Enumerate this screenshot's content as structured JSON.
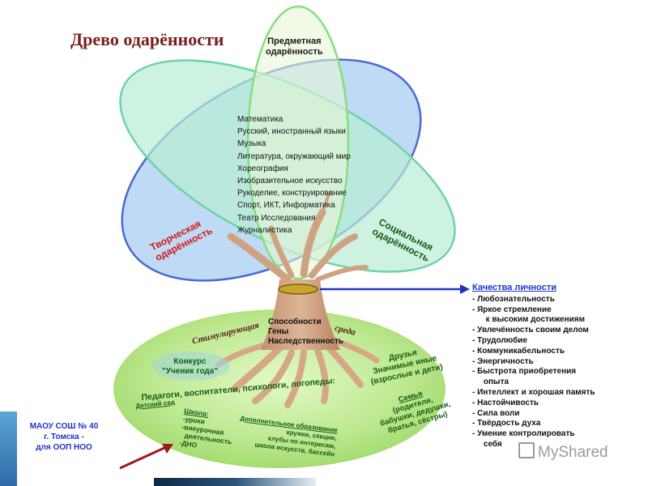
{
  "title": "Древо одарённости",
  "subject_gift": {
    "line1": "Предметная",
    "line2": "одарённость"
  },
  "subjects": [
    "Математика",
    "Русский,  иностранный языки",
    "Музыка",
    "Литература, окружающий мир",
    "Хореография",
    "Изобразительное искусство",
    "Рукоделие, конструирование",
    "Спорт, ИКТ,  Информатика",
    "Театр    Исследования",
    "Журналистика"
  ],
  "creative_gift": {
    "line1": "Творческая",
    "line2": "одарённость"
  },
  "social_gift": {
    "line1": "Социальная",
    "line2": "одарённость"
  },
  "trunk": [
    "Способности",
    "Гены",
    "Наследственность"
  ],
  "environment": {
    "left": "Стимулирующая",
    "right": "среда"
  },
  "contest": {
    "line1": "Конкурс",
    "line2": "\"Ученик года\""
  },
  "friends": {
    "line1": "Друзья",
    "line2": "Значимые иные",
    "line3": "(взрослые и дети)"
  },
  "teachers": "Педагоги, воспитатели, психологи, логопеды:",
  "kindergarten": "Детский сад",
  "school": {
    "heading": "Школа:",
    "items": [
      "-уроки",
      "-внеурочная",
      "  деятельность",
      "-ДНО"
    ]
  },
  "additional_education": {
    "heading": "Дополнительное образование",
    "items": [
      "кружки, секции,",
      "клубы по интересам,",
      "школа искусств, бассейн"
    ]
  },
  "family": {
    "heading": "Семья",
    "items": [
      "(родители,",
      "бабушки, дедушки,",
      "братья, сёстры)"
    ]
  },
  "qualities": {
    "heading": "Качества личности",
    "items": [
      "- Любознательность",
      "- Яркое стремление",
      "      к высоким достижениям",
      "- Увлечённость своим делом",
      "- Трудолюбие",
      "- Коммуникабельность",
      "- Энергичность",
      "- Быстрота приобретения",
      "     опыта",
      "- Интеллект и хорошая память",
      "- Настойчивость",
      "- Сила воли",
      "- Твёрдость духа",
      "- Умение контролировать",
      "     себя"
    ]
  },
  "school_info": [
    "МАОУ СОШ № 40",
    "г. Томска -",
    "для ООП НОО"
  ],
  "watermark": "MyShared",
  "colors": {
    "title": "#7a1e1e",
    "subject_petal": "#e3f5d3",
    "creative_petal": "#a9cdf0",
    "social_petal": "#b8ecd4",
    "ground": "#b9e88b",
    "trunk": "#cfa381",
    "arrow_blue": "#1e33cc",
    "arrow_red": "#9a1c1c"
  }
}
